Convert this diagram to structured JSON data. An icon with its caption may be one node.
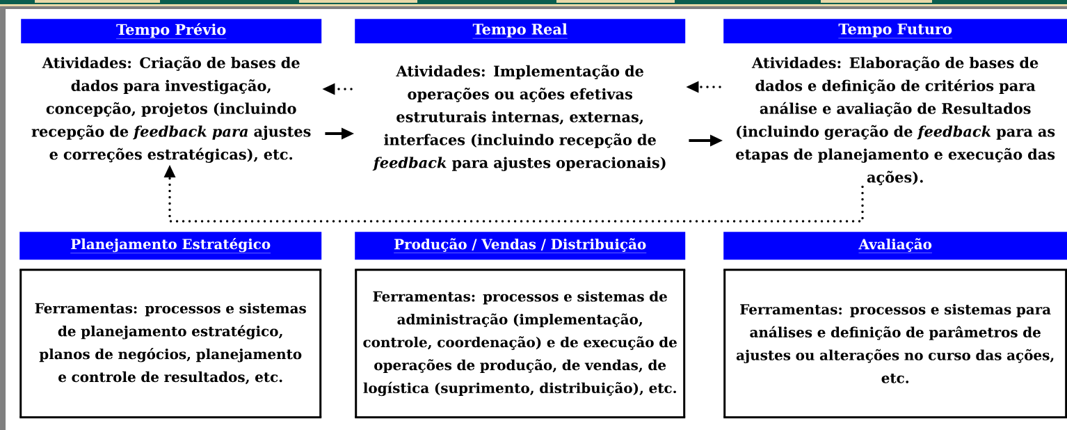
{
  "diagram": {
    "nodes": [
      {
        "text": [
          "Tempo Prévio",
          "Atividades: Criação de bases de dados para investigação, concepção, projetos (incluindo recepção de *feedback para* ajustes e correções estratégicas), etc."
        ]
      },
      {
        "text": [
          "Tempo Real",
          "Atividades: Implementação de operações ou ações efetivas estruturais internas, externas, interfaces (incluindo recepção de *feedback* para ajustes operacionais)"
        ]
      },
      {
        "text": [
          "Tempo Futuro",
          "Atividades: Elaboração de bases de dados e definição de critérios para análise e avaliação de Resultados (incluindo geração de *feedback* para as etapas de planejamento e execução das ações)."
        ]
      },
      {
        "text": [
          "Planejamento Estratégico",
          "Ferramentas: processos e sistemas de planejamento estratégico, planos de negócios, planejamento e controle de resultados, etc."
        ]
      },
      {
        "text": [
          "Produção / Vendas / Distribuição",
          "Ferramentas: processos e sistemas de administração (implementação, controle, coordenação) e de execução de operações de produção, de vendas, de logística (suprimento, distribuição), etc."
        ]
      },
      {
        "text": [
          "Avaliação",
          "Ferramentas: processos e sistemas para análises e definição de parâmetros de ajustes ou alterações no curso das ações, etc."
        ]
      }
    ],
    "edges": [
      {
        "from": 1,
        "to": 0,
        "arrow": "to",
        "style": "dashed"
      },
      {
        "from": 0,
        "to": 1,
        "arrow": "to"
      },
      {
        "from": 2,
        "to": 1,
        "arrow": "to",
        "style": "dashed"
      },
      {
        "from": 1,
        "to": 2,
        "arrow": "to"
      },
      {
        "from": 2,
        "to": 0,
        "arrow": "to",
        "style": "dashed"
      }
    ]
  }
}
